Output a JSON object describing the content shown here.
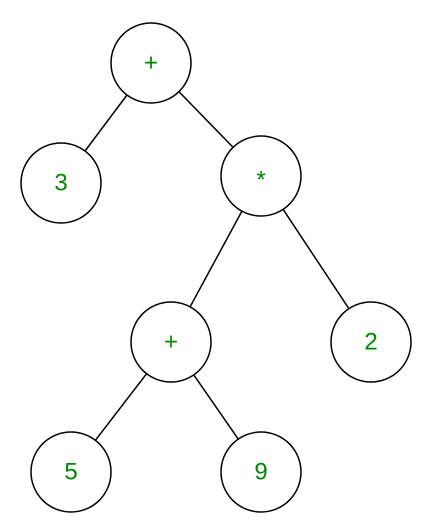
{
  "diagram": {
    "type": "expression-tree",
    "colors": {
      "label": "#008800",
      "stroke": "#000000",
      "fill": "#ffffff"
    },
    "nodes": [
      {
        "id": "root",
        "label": "+"
      },
      {
        "id": "n3",
        "label": "3"
      },
      {
        "id": "mul",
        "label": "*"
      },
      {
        "id": "plus2",
        "label": "+"
      },
      {
        "id": "n2",
        "label": "2"
      },
      {
        "id": "n5",
        "label": "5"
      },
      {
        "id": "n9",
        "label": "9"
      }
    ],
    "edges": [
      {
        "from": "root",
        "to": "n3"
      },
      {
        "from": "root",
        "to": "mul"
      },
      {
        "from": "mul",
        "to": "plus2"
      },
      {
        "from": "mul",
        "to": "n2"
      },
      {
        "from": "plus2",
        "to": "n5"
      },
      {
        "from": "plus2",
        "to": "n9"
      }
    ]
  }
}
